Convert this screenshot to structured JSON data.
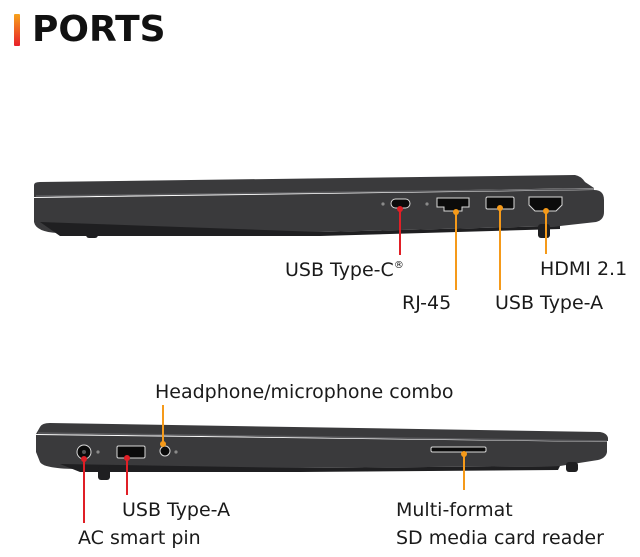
{
  "header": {
    "title": "PORTS",
    "accent_top": "#f7a21b",
    "accent_bottom": "#e8202a"
  },
  "colors": {
    "laptop_body": "#3a3a3c",
    "laptop_dark": "#1f1f21",
    "laptop_edge": "#5a5a5d",
    "port_fill": "#0b0b0b",
    "port_rim": "#d9d9d9",
    "callout_red": "#e01f26",
    "callout_orange": "#f59a1a"
  },
  "right_side": {
    "labels": {
      "usb_c": "USB Type-C",
      "usb_c_mark": "®",
      "rj45": "RJ-45",
      "usb_a": "USB Type-A",
      "hdmi": "HDMI 2.1"
    }
  },
  "left_side": {
    "labels": {
      "headphone": "Headphone/microphone combo",
      "usb_a": "USB Type-A",
      "ac_pin": "AC smart pin",
      "sd_line1": "Multi-format",
      "sd_line2": "SD media card reader"
    }
  }
}
